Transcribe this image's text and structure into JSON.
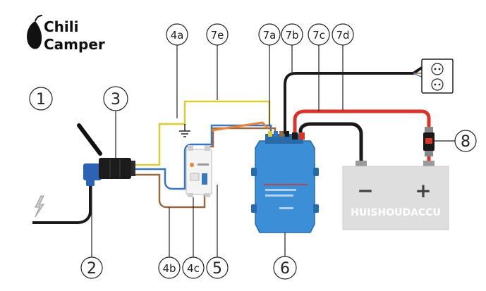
{
  "brand": {
    "line1": "Chili",
    "line2": "Camper"
  },
  "callouts": {
    "c1": "1",
    "c2": "2",
    "c3": "3",
    "c4a": "4a",
    "c4b": "4b",
    "c4c": "4c",
    "c5": "5",
    "c6": "6",
    "c7a": "7a",
    "c7b": "7b",
    "c7c": "7c",
    "c7d": "7d",
    "c7e": "7e",
    "c8": "8"
  },
  "battery": {
    "label": "HUISHOUDACCU",
    "minus": "−",
    "plus": "+"
  },
  "colors": {
    "wire_yellow_green": "#d8cc3a",
    "wire_blue": "#3a76c0",
    "wire_brown": "#9a6b43",
    "wire_black": "#1a1a1a",
    "wire_red": "#d7342b",
    "wire_orange": "#e8833a",
    "charger_blue": "#3c8fd6",
    "battery_gray": "#dedede",
    "brand_red": "#c62828"
  }
}
